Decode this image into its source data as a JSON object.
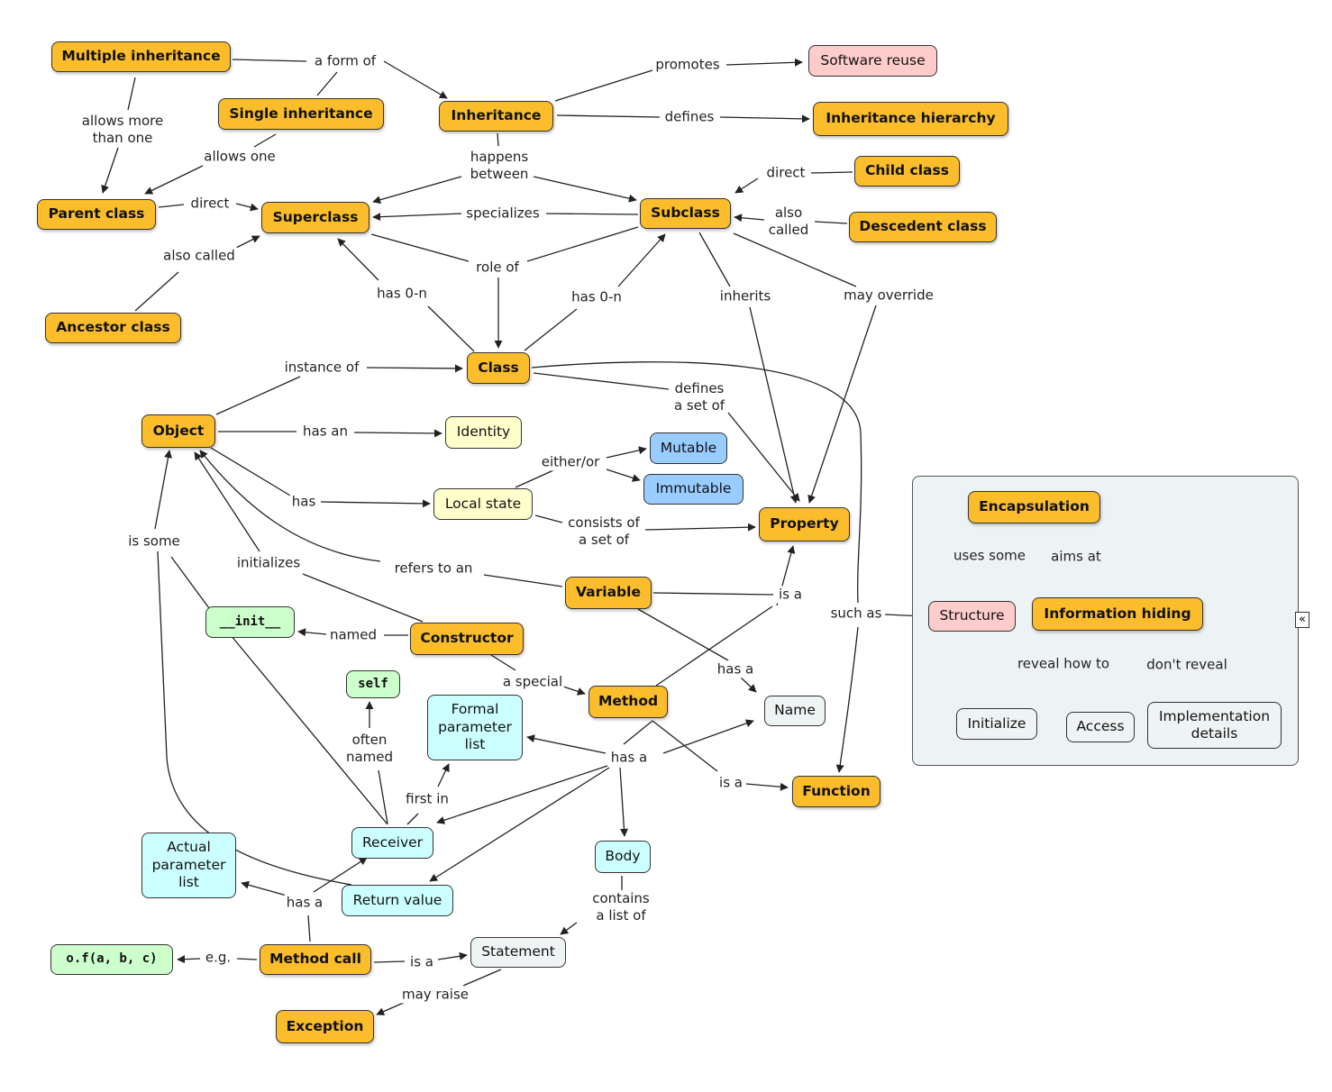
{
  "nodes": {
    "multiple_inheritance": "Multiple inheritance",
    "single_inheritance": "Single inheritance",
    "inheritance": "Inheritance",
    "software_reuse": "Software reuse",
    "inheritance_hierarchy": "Inheritance hierarchy",
    "parent_class": "Parent class",
    "superclass": "Superclass",
    "subclass": "Subclass",
    "child_class": "Child class",
    "descendent_class": "Descedent class",
    "ancestor_class": "Ancestor class",
    "class": "Class",
    "object": "Object",
    "identity": "Identity",
    "mutable": "Mutable",
    "immutable": "Immutable",
    "local_state": "Local state",
    "property": "Property",
    "variable": "Variable",
    "init": "__init__",
    "constructor": "Constructor",
    "self": "self",
    "formal_parameter_list": "Formal\nparameter\nlist",
    "method": "Method",
    "name": "Name",
    "function": "Function",
    "receiver": "Receiver",
    "body": "Body",
    "actual_parameter_list": "Actual\nparameter\nlist",
    "return_value": "Return value",
    "method_call": "Method call",
    "example_call": "o.f(a, b, c)",
    "statement": "Statement",
    "exception": "Exception",
    "encapsulation": "Encapsulation",
    "structure": "Structure",
    "information_hiding": "Information hiding",
    "initialize": "Initialize",
    "access": "Access",
    "implementation_details": "Implementation\ndetails"
  },
  "edge_labels": {
    "a_form_of": "a form of",
    "allows_more_than_one": "allows more\nthan one",
    "allows_one": "allows one",
    "promotes": "promotes",
    "defines_hierarchy": "defines",
    "happens_between": "happens\nbetween",
    "direct_parent": "direct",
    "direct_child": "direct",
    "specializes": "specializes",
    "also_called_desc": "also\ncalled",
    "also_called_ancestor": "also called",
    "role_of": "role of",
    "has_0n_super": "has 0-n",
    "has_0n_sub": "has 0-n",
    "inherits": "inherits",
    "may_override": "may override",
    "instance_of": "instance of",
    "defines_set_of": "defines\na set of",
    "has_an": "has an",
    "either_or": "either/or",
    "has_state": "has",
    "consists_of": "consists of\na set of",
    "is_some": "is some",
    "initializes": "initializes",
    "refers_to_an": "refers to an",
    "is_a_property": "is a",
    "such_as": "such as",
    "named": "named",
    "a_special": "a special",
    "has_a_name": "has a",
    "often_named": "often\nnamed",
    "has_a_method": "has a",
    "first_in": "first in",
    "is_a_function": "is a",
    "contains_list_of": "contains\na list of",
    "has_a_call": "has a",
    "eg": "e.g.",
    "is_a_statement": "is a",
    "may_raise": "may raise",
    "uses_some": "uses some",
    "aims_at": "aims at",
    "reveal_how_to": "reveal how to",
    "dont_reveal": "don't reveal"
  },
  "ui": {
    "collapse_button": "«"
  },
  "colors": {
    "core": "#fbbd2b",
    "pink": "#ffcccc",
    "yellow": "#ffffcc",
    "blue": "#99ccff",
    "cyan": "#ccffff",
    "green": "#ccffcc",
    "gray": "#eef3f4",
    "group_bg": "#edf3f5",
    "line": "#222222"
  }
}
